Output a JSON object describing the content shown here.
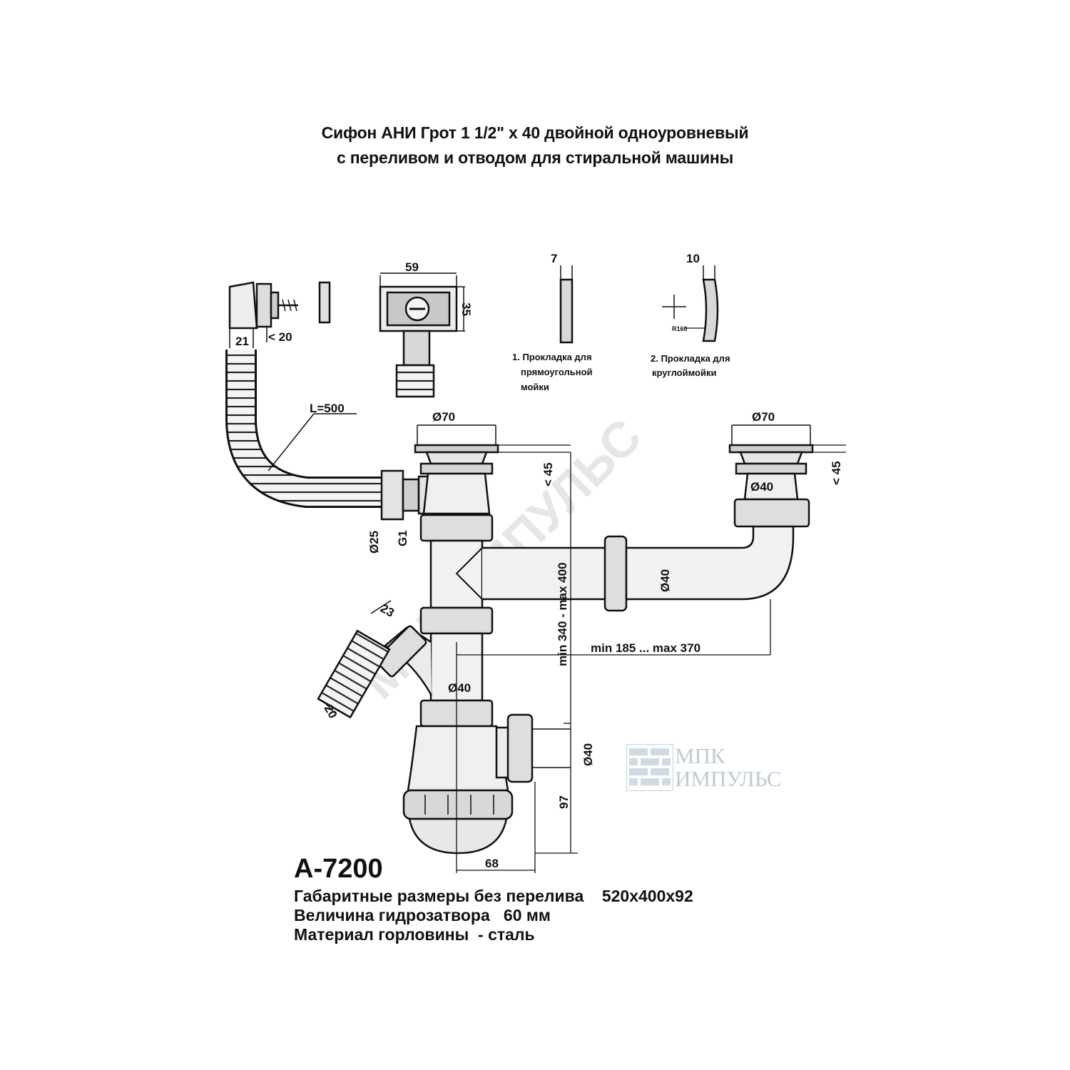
{
  "title": {
    "line1": "Сифон АНИ Грот 1 1/2\" х 40 двойной одноуровневый",
    "line2": "с переливом и отводом для стиральной машины"
  },
  "dims": {
    "d59": "59",
    "d35": "35",
    "d7": "7",
    "d10": "10",
    "r160": "R160",
    "d21": "21",
    "lt20": "< 20",
    "l500": "L=500",
    "d70_left": "Ø70",
    "d70_right": "Ø70",
    "lt45_left": "< 45",
    "lt45_right": "< 45",
    "d40_top": "Ø40",
    "d25": "Ø25",
    "g1": "G1",
    "d40_pipe": "Ø40",
    "vertical_range": "min 340 - max 400",
    "horizontal_range": "min 185 ... max 370",
    "d23": "23",
    "d20": "20",
    "d40_lower": "Ø40",
    "d40_outlet": "Ø40",
    "d97": "97",
    "d68": "68"
  },
  "gaskets": {
    "g1_line1": "1. Прокладка для",
    "g1_line2": "прямоугольной",
    "g1_line3": "мойки",
    "g2_line1": "2. Прокладка для",
    "g2_line2": "круглоймойки"
  },
  "watermark": {
    "diagonal": "МПК ИМПУЛЬС",
    "logo_line1": "МПК",
    "logo_line2": "ИМПУЛЬС"
  },
  "model": "А-7200",
  "specs": {
    "line1": "Габаритные размеры без перелива    520х400х92",
    "line2": "Величина гидрозатвора   60 мм",
    "line3": "Материал горловины  - сталь"
  }
}
